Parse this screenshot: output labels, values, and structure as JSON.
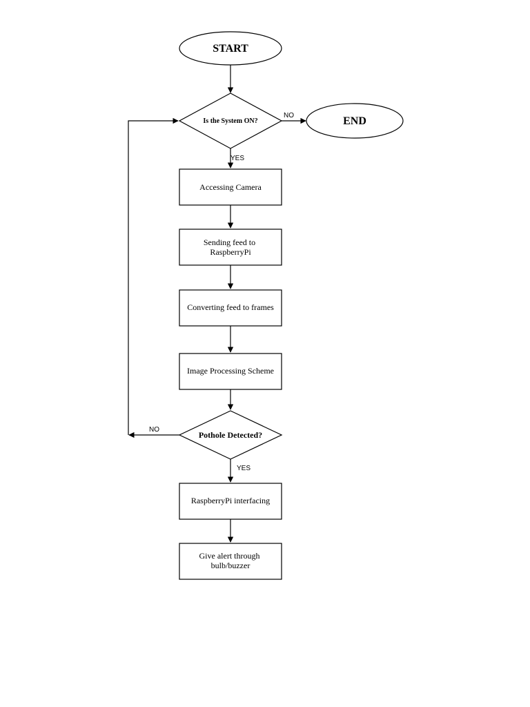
{
  "diagram": {
    "type": "flowchart",
    "nodes": {
      "start": {
        "label": "START",
        "shape": "ellipse"
      },
      "is_system_on": {
        "label": "Is the System ON?",
        "shape": "diamond"
      },
      "end": {
        "label": "END",
        "shape": "ellipse"
      },
      "accessing_camera": {
        "label": "Accessing Camera",
        "shape": "rect"
      },
      "sending_feed": {
        "lines": [
          "Sending feed to",
          "RaspberryPi"
        ],
        "shape": "rect"
      },
      "converting_feed": {
        "label": "Converting feed to frames",
        "shape": "rect"
      },
      "image_processing": {
        "label": "Image Processing Scheme",
        "shape": "rect"
      },
      "pothole_detected": {
        "label": "Pothole Detected?",
        "shape": "diamond"
      },
      "raspberrypi_interfacing": {
        "label": "RaspberryPi interfacing",
        "shape": "rect"
      },
      "give_alert": {
        "lines": [
          "Give alert through",
          "bulb/buzzer"
        ],
        "shape": "rect"
      }
    },
    "edges": {
      "system_no": {
        "from": "is_system_on",
        "to": "end",
        "label": "NO"
      },
      "system_yes": {
        "from": "is_system_on",
        "to": "accessing_camera",
        "label": "YES"
      },
      "pothole_no": {
        "from": "pothole_detected",
        "to": "is_system_on",
        "label": "NO"
      },
      "pothole_yes": {
        "from": "pothole_detected",
        "to": "raspberrypi_interfacing",
        "label": "YES"
      }
    }
  }
}
